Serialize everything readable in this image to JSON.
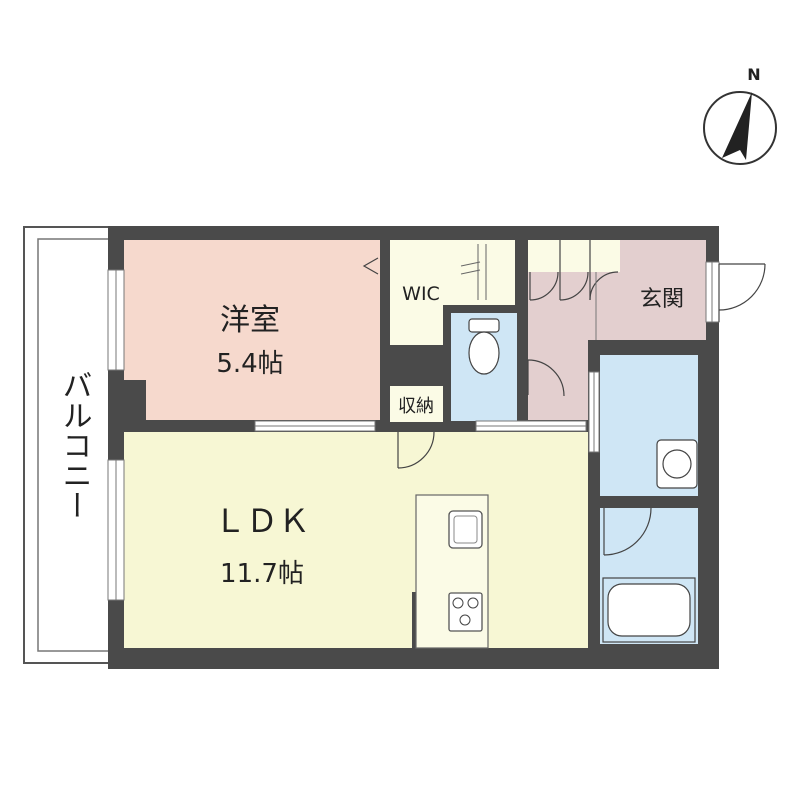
{
  "compass": {
    "label": "N",
    "icon": "north-arrow-icon"
  },
  "rooms": {
    "western_room": {
      "name": "洋室",
      "size": "5.4帖"
    },
    "ldk": {
      "name": "ＬＤＫ",
      "size": "11.7帖"
    },
    "wic": {
      "name": "WIC"
    },
    "storage": {
      "name": "収納"
    },
    "entrance": {
      "name": "玄関"
    },
    "balcony": {
      "name": "バルコニー"
    }
  },
  "colors": {
    "wall": "#4a4a4a",
    "western_room": "#f6d9cd",
    "ldk": "#f7f7d4",
    "wet_area": "#cfe6f5",
    "entrance": "#e3cfcf",
    "closet": "#fbfbe6",
    "balcony": "#ffffff"
  }
}
